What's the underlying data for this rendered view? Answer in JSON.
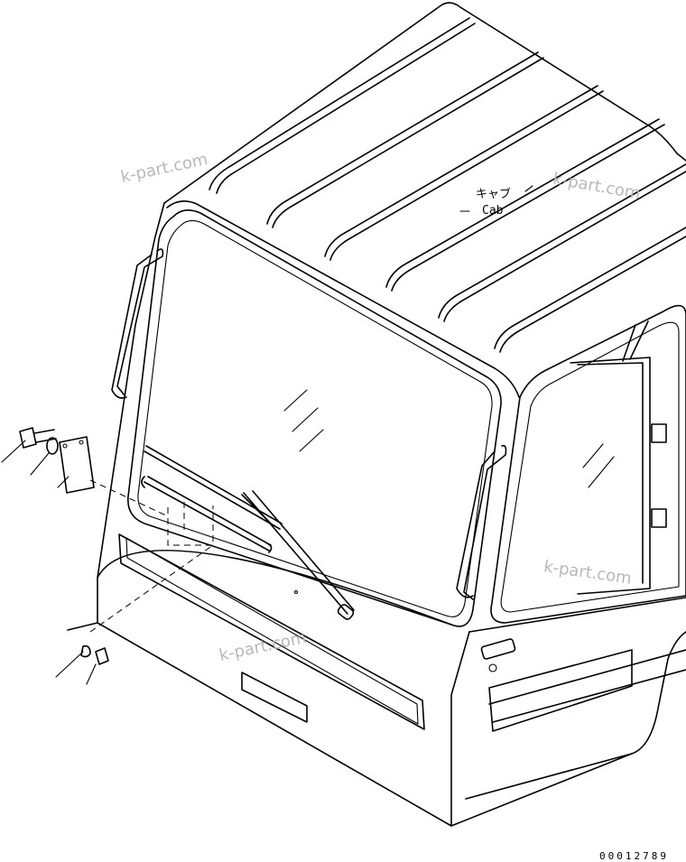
{
  "labels": {
    "part_jp": "キャブ",
    "part_en": "Cab"
  },
  "watermarks": [
    "k-part.com",
    "k-part.com",
    "k-part.com",
    "k-part.com"
  ],
  "drawing_number": "00012789"
}
